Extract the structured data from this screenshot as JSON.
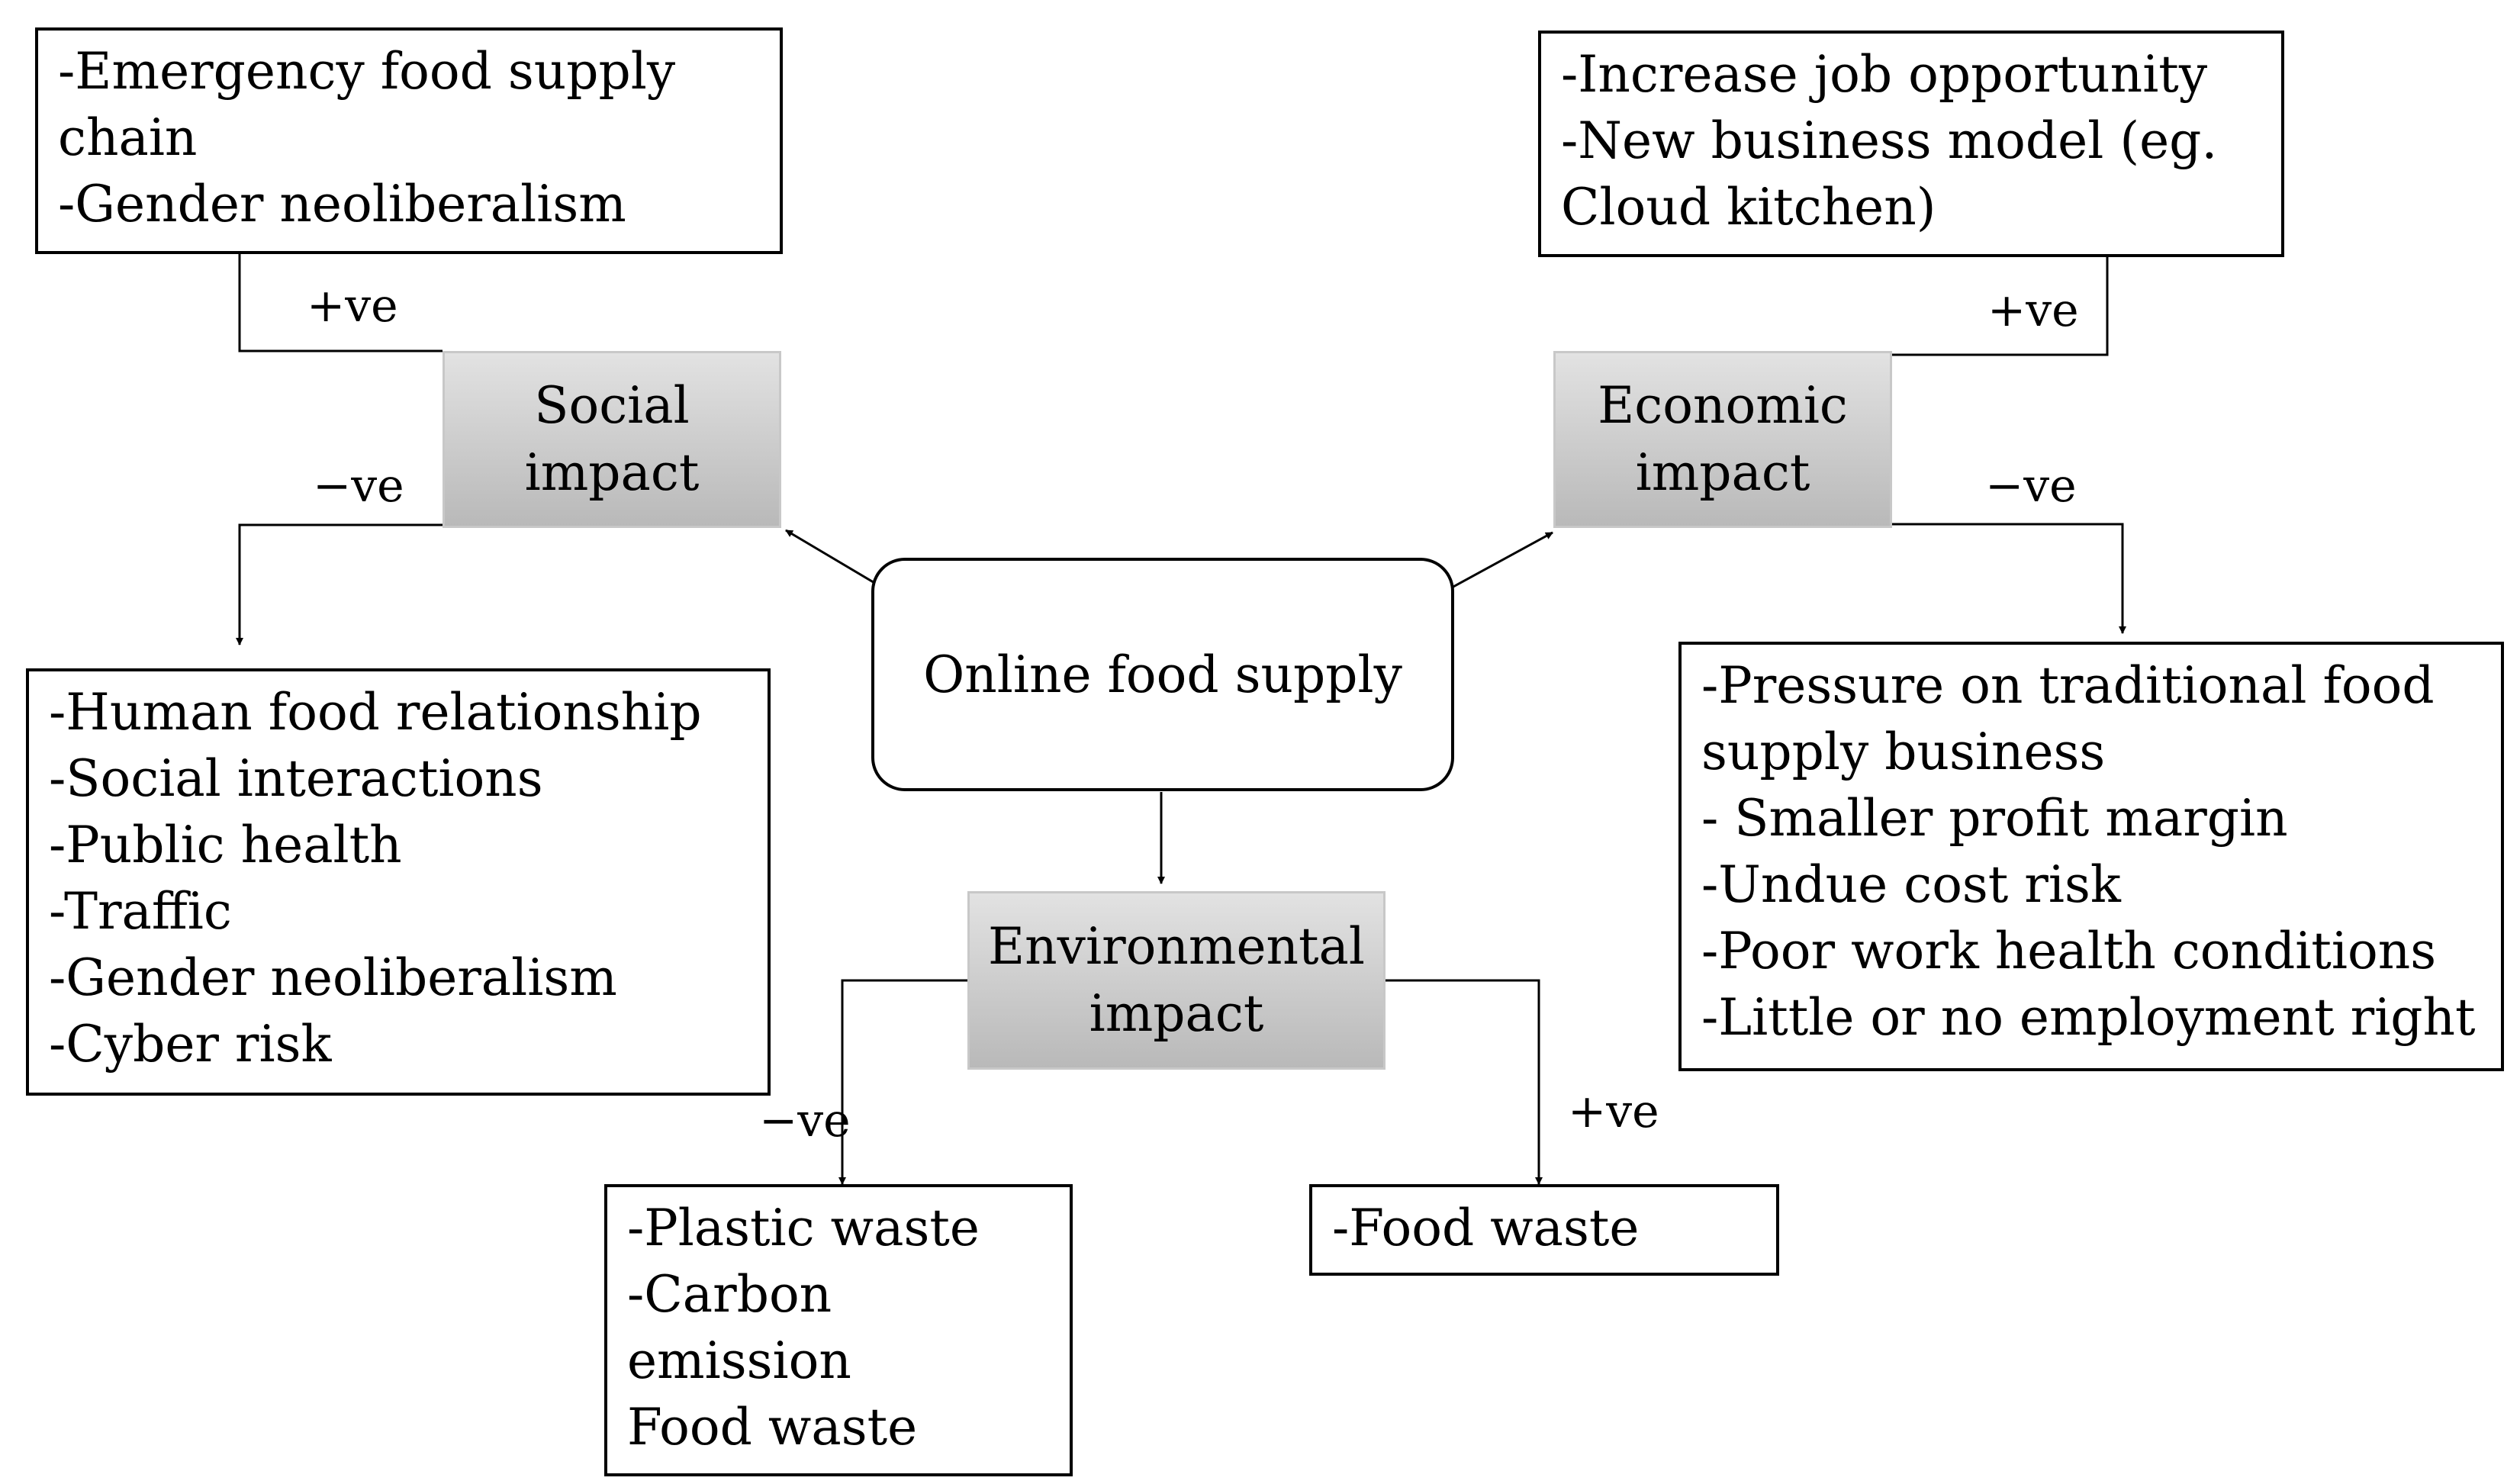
{
  "center": {
    "label": "Online food supply"
  },
  "categories": {
    "social": {
      "line1": "Social",
      "line2": "impact"
    },
    "economic": {
      "line1": "Economic",
      "line2": "impact"
    },
    "environmental": {
      "line1": "Environmental",
      "line2": "impact"
    }
  },
  "signs": {
    "social_pos": "+ve",
    "social_neg": "−ve",
    "economic_pos": "+ve",
    "economic_neg": "−ve",
    "env_neg": "−ve",
    "env_pos": "+ve"
  },
  "boxes": {
    "social_positive": [
      "-Emergency food supply",
      "chain",
      "-Gender neoliberalism"
    ],
    "social_negative": [
      "-Human food relationship",
      "-Social interactions",
      "-Public health",
      "-Traffic",
      "-Gender neoliberalism",
      "-Cyber risk"
    ],
    "economic_positive": [
      "-Increase job opportunity",
      "-New business model (eg.",
      "Cloud kitchen)"
    ],
    "economic_negative": [
      "-Pressure on traditional food",
      "supply business",
      "- Smaller profit margin",
      "-Undue cost risk",
      "-Poor work health conditions",
      "-Little or no employment right"
    ],
    "environmental_negative": [
      "-Plastic waste",
      "-Carbon",
      "emission",
      "Food waste"
    ],
    "environmental_positive": [
      "-Food waste"
    ]
  }
}
